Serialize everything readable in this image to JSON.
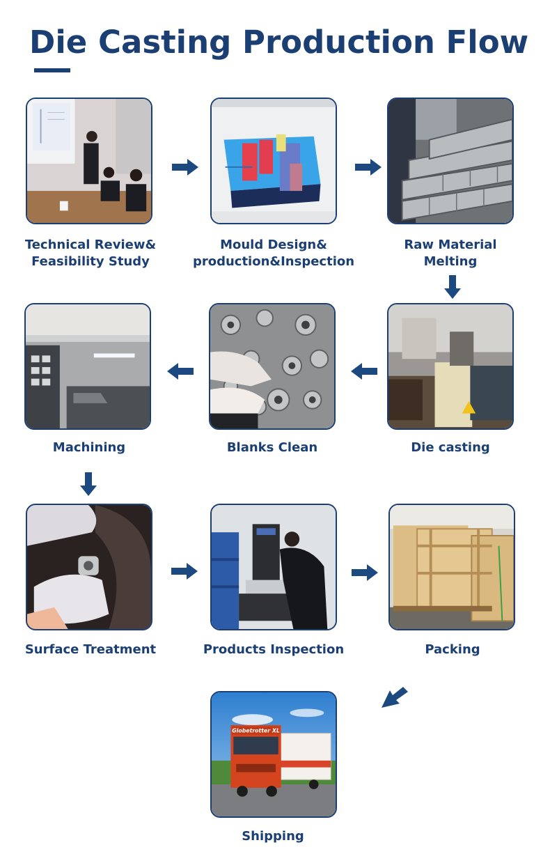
{
  "page": {
    "title": "Die Casting Production Flow"
  },
  "steps": [
    {
      "id": "technical-review",
      "label_line1": "Technical Review&",
      "label_line2": "Feasibility Study"
    },
    {
      "id": "mould-design",
      "label_line1": "Mould Design&",
      "label_line2": "production&Inspection"
    },
    {
      "id": "raw-material",
      "label_line1": "Raw Material",
      "label_line2": "Melting"
    },
    {
      "id": "die-casting",
      "label_line1": "Die casting",
      "label_line2": ""
    },
    {
      "id": "blanks-clean",
      "label_line1": "Blanks Clean",
      "label_line2": ""
    },
    {
      "id": "machining",
      "label_line1": "Machining",
      "label_line2": ""
    },
    {
      "id": "surface-treatment",
      "label_line1": "Surface Treatment",
      "label_line2": ""
    },
    {
      "id": "products-inspection",
      "label_line1": "Products Inspection",
      "label_line2": ""
    },
    {
      "id": "packing",
      "label_line1": "Packing",
      "label_line2": ""
    },
    {
      "id": "shipping",
      "label_line1": "Shipping",
      "label_line2": ""
    }
  ],
  "truck": {
    "brand": "Globetrotter XL"
  },
  "colors": {
    "brand": "#1c3f73",
    "arrow": "#1c4a80"
  },
  "icons": {
    "arrow": "arrow-icon"
  }
}
